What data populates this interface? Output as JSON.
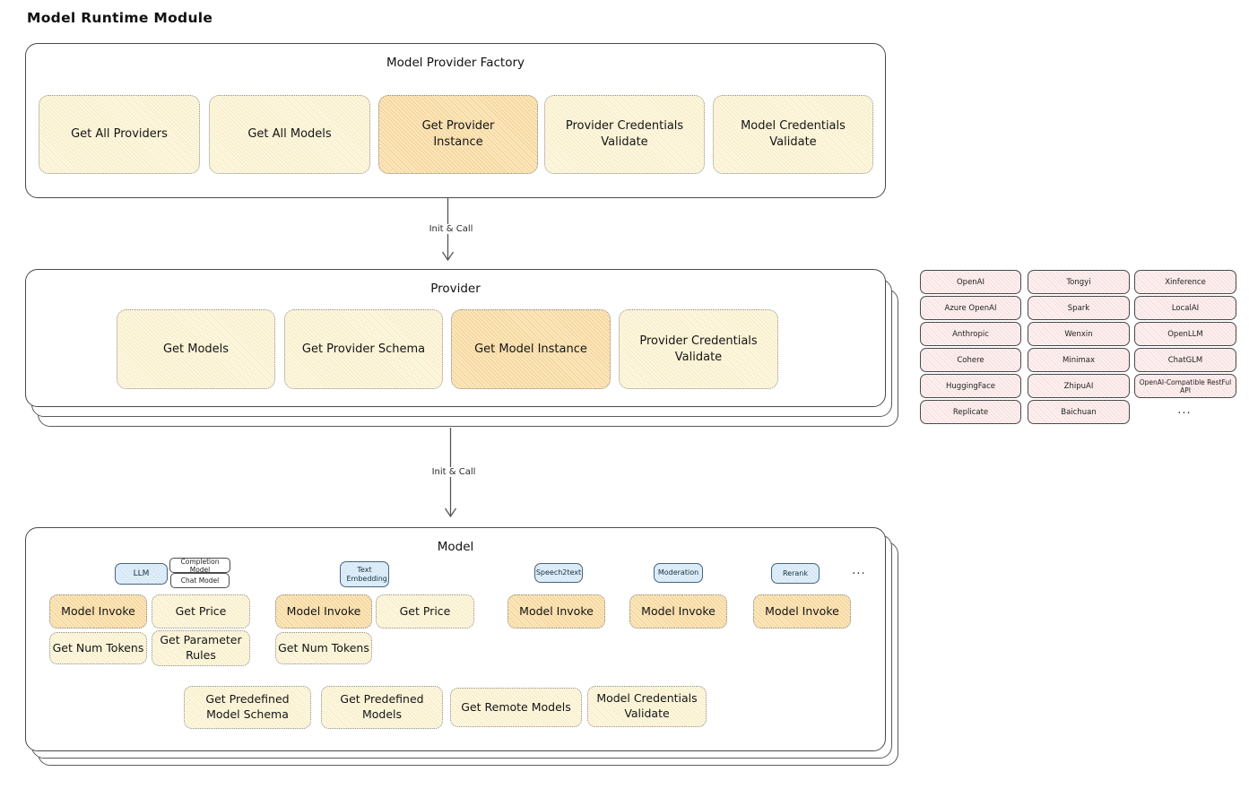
{
  "title": "Model Runtime Module",
  "connector_label": "Init & Call",
  "factory": {
    "title": "Model Provider Factory",
    "cards": [
      {
        "label": "Get All Providers",
        "highlighted": false
      },
      {
        "label": "Get All Models",
        "highlighted": false
      },
      {
        "label": "Get Provider Instance",
        "highlighted": true
      },
      {
        "label": "Provider Credentials Validate",
        "highlighted": false
      },
      {
        "label": "Model Credentials Validate",
        "highlighted": false
      }
    ]
  },
  "provider": {
    "title": "Provider",
    "cards": [
      {
        "label": "Get Models",
        "highlighted": false
      },
      {
        "label": "Get Provider Schema",
        "highlighted": false
      },
      {
        "label": "Get Model Instance",
        "highlighted": true
      },
      {
        "label": "Provider Credentials Validate",
        "highlighted": false
      }
    ]
  },
  "provider_list": {
    "items": [
      "OpenAI",
      "Tongyi",
      "Xinference",
      "Azure OpenAI",
      "Spark",
      "LocalAI",
      "Anthropic",
      "Wenxin",
      "OpenLLM",
      "Cohere",
      "Minimax",
      "ChatGLM",
      "HuggingFace",
      "ZhipuAI",
      "OpenAI-Compatible RestFul API",
      "Replicate",
      "Baichuan"
    ],
    "more": "..."
  },
  "model": {
    "title": "Model",
    "type_tags": [
      {
        "label": "LLM",
        "style": "blue"
      },
      {
        "label": "Completion Model",
        "style": "outline"
      },
      {
        "label": "Chat Model",
        "style": "outline"
      },
      {
        "label": "Text Embedding",
        "style": "blue"
      },
      {
        "label": "Speech2text",
        "style": "blue"
      },
      {
        "label": "Moderation",
        "style": "blue"
      },
      {
        "label": "Rerank",
        "style": "blue"
      }
    ],
    "more": "...",
    "row1": [
      {
        "label": "Model Invoke",
        "highlighted": true
      },
      {
        "label": "Get Price",
        "highlighted": false
      },
      {
        "label": "Model Invoke",
        "highlighted": true
      },
      {
        "label": "Get Price",
        "highlighted": false
      },
      {
        "label": "Model Invoke",
        "highlighted": true
      },
      {
        "label": "Model Invoke",
        "highlighted": true
      },
      {
        "label": "Model Invoke",
        "highlighted": true
      }
    ],
    "row2": [
      {
        "label": "Get Num Tokens"
      },
      {
        "label": "Get Parameter Rules"
      },
      {
        "label": "Get Num Tokens"
      }
    ],
    "row3": [
      {
        "label": "Get Predefined Model Schema"
      },
      {
        "label": "Get Predefined Models"
      },
      {
        "label": "Get Remote Models"
      },
      {
        "label": "Model Credentials Validate"
      }
    ]
  },
  "colors": {
    "card_yellow": "#fbf2d2",
    "card_orange": "#f5cf8e",
    "cell_pink": "#f7dcdc",
    "tag_blue": "#cfe4f4",
    "border_dark": "#4a4a4a",
    "border_dotted": "#919191",
    "arrow": "#555555"
  }
}
